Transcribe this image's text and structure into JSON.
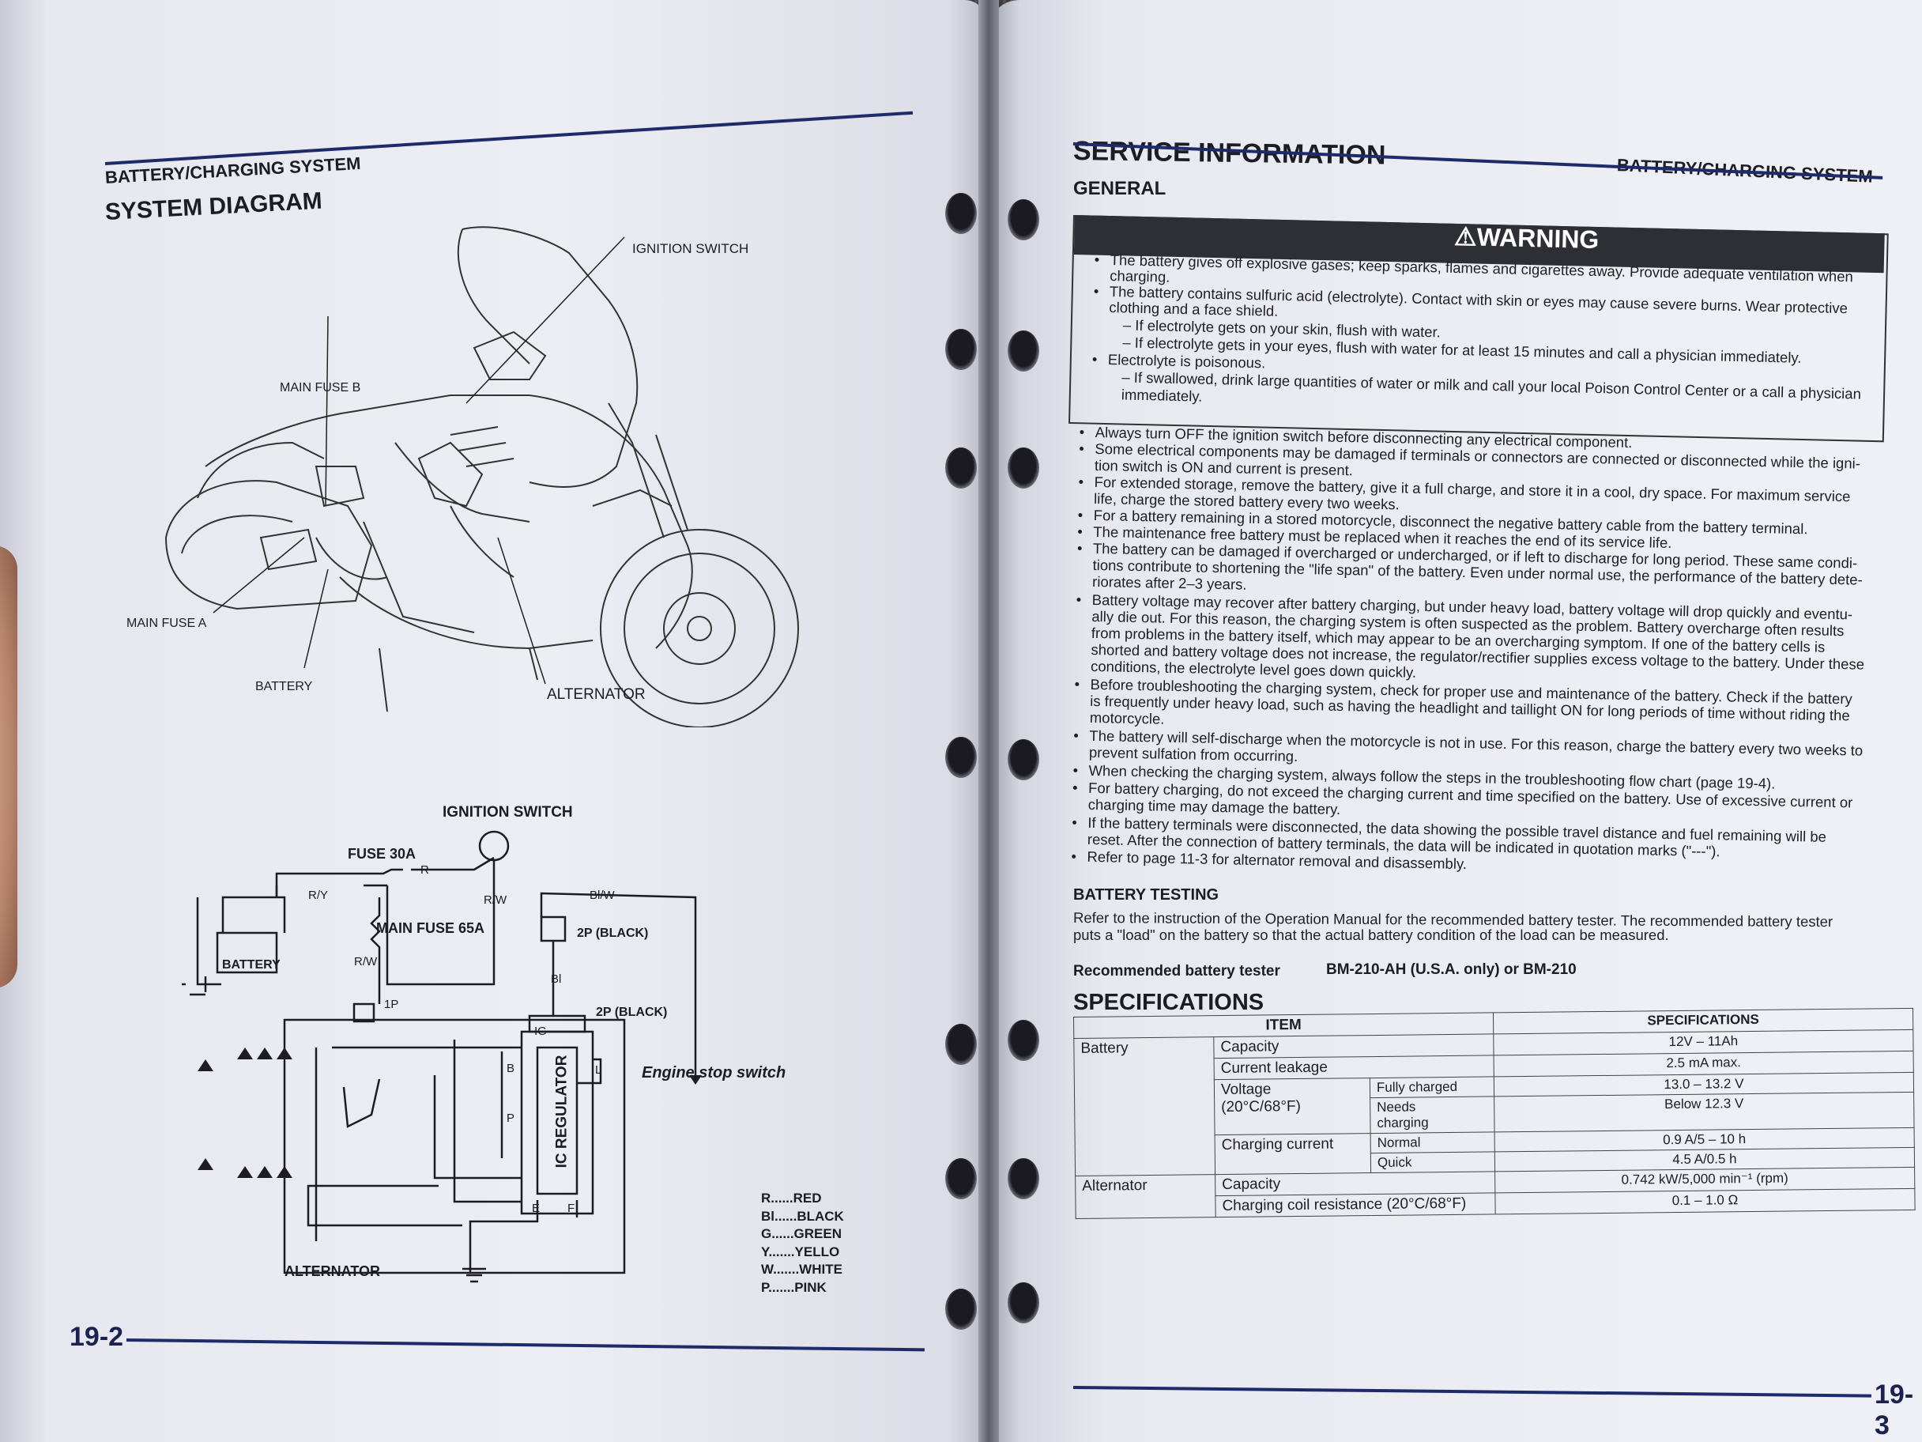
{
  "left_page": {
    "header": "BATTERY/CHARGING SYSTEM",
    "section_title": "SYSTEM DIAGRAM",
    "callouts": [
      "IGNITION SWITCH",
      "MAIN FUSE B",
      "MAIN FUSE A",
      "BATTERY",
      "ALTERNATOR"
    ],
    "schematic": {
      "labels": [
        "IGNITION SWITCH",
        "FUSE  30A",
        "R",
        "R/Y",
        "R/W",
        "MAIN FUSE  65A",
        "BATTERY",
        "R/W",
        "Bl/W",
        "2P (BLACK)",
        "Bl",
        "1P",
        "2P (BLACK)",
        "IG",
        "B",
        "L",
        "P",
        "E",
        "F",
        "IC REGULATOR",
        "ALTERNATOR"
      ],
      "engine_stop": "Engine stop switch"
    },
    "color_key": [
      "R......RED",
      "Bl......BLACK",
      "G......GREEN",
      "Y.......YELLO",
      "W.......WHITE",
      "P.......PINK"
    ],
    "page_number": "19-2"
  },
  "right_page": {
    "title": "SERVICE INFORMATION",
    "header": "BATTERY/CHARGING SYSTEM",
    "subtitle": "GENERAL",
    "warning_title": "⚠WARNING",
    "warning_lines": [
      "The battery gives off explosive gases; keep sparks, flames and cigarettes away. Provide adequate ventilation when",
      "charging.",
      "The battery contains sulfuric acid (electrolyte). Contact with skin or eyes may cause severe burns. Wear protective",
      "clothing and a face shield.",
      "– If electrolyte gets on your skin, flush with water.",
      "– If electrolyte gets in your eyes, flush with water for at least 15 minutes and call a physician immediately.",
      "Electrolyte is poisonous.",
      "– If swallowed, drink large quantities of water or milk and call your local Poison Control Center or a call a physician",
      "immediately."
    ],
    "general_lines": [
      "Always turn OFF the ignition switch before disconnecting any electrical component.",
      "Some electrical components may be damaged if terminals or connectors are connected or disconnected while the igni-",
      "tion switch is ON and current is present.",
      "For extended storage, remove the battery, give it a full charge, and store it in a cool, dry space. For maximum service",
      "life, charge the stored battery every two weeks.",
      "For a battery remaining in a stored motorcycle, disconnect the negative battery cable from the battery terminal.",
      "The maintenance free battery must be replaced when it reaches the end of its service life.",
      "The battery can be damaged if overcharged or undercharged, or if left to discharge for long period. These same condi-",
      "tions contribute to shortening the \"life span\" of the battery. Even under normal use, the performance of the battery dete-",
      "riorates after 2–3 years.",
      "Battery voltage may recover after battery charging, but under heavy load, battery voltage will drop quickly and eventu-",
      "ally die out. For this reason, the charging system is often suspected as the problem. Battery overcharge often results",
      "from problems in the battery itself, which may appear to be an overcharging symptom. If one of the battery cells is",
      "shorted and battery voltage does not increase, the regulator/rectifier supplies excess voltage to the battery. Under these",
      "conditions, the electrolyte level goes down quickly.",
      "Before troubleshooting the charging system, check for proper use and maintenance of the battery. Check if the battery",
      "is frequently under heavy load, such as having the headlight and taillight ON for long periods of time without riding the",
      "motorcycle.",
      "The battery will self-discharge when the motorcycle is not in use. For this reason, charge the battery every two weeks to",
      "prevent sulfation from occurring.",
      "When checking the charging system, always follow the steps in the troubleshooting flow chart (page 19-4).",
      "For battery charging, do not exceed the charging current and time specified on the battery. Use of excessive current or",
      "charging time may damage the battery.",
      "If the battery terminals were disconnected, the data showing the possible travel distance and fuel remaining will be",
      "reset. After the connection of battery terminals, the data will be indicated in quotation marks (\"---\").",
      "Refer to page 11-3 for alternator removal and disassembly."
    ],
    "battery_testing_title": "BATTERY TESTING",
    "battery_testing_lines": [
      "Refer to the instruction of the Operation Manual for the recommended battery tester. The recommended battery tester",
      "puts a \"load\" on the battery so that the actual battery condition of the load can be measured."
    ],
    "tester_label": "Recommended battery tester",
    "tester_value": "BM-210-AH (U.S.A. only) or BM-210",
    "specs_title": "SPECIFICATIONS",
    "specs_head": [
      "ITEM",
      "SPECIFICATIONS"
    ],
    "specs": {
      "battery": "Battery",
      "capacity": "Capacity",
      "capacity_v": "12V – 11Ah",
      "leakage": "Current leakage",
      "leakage_v": "2.5 mA max.",
      "voltage": "Voltage",
      "voltage2": "(20°C/68°F)",
      "fully": "Fully charged",
      "fully_v": "13.0 – 13.2 V",
      "needs": "Needs",
      "needs2": "charging",
      "needs_v": "Below 12.3 V",
      "charging_current": "Charging current",
      "normal": "Normal",
      "normal_v": "0.9 A/5 – 10 h",
      "quick": "Quick",
      "quick_v": "4.5 A/0.5 h",
      "alternator": "Alternator",
      "alt_capacity": "Capacity",
      "alt_capacity_v": "0.742 kW/5,000 min⁻¹ (rpm)",
      "coil": "Charging coil resistance (20°C/68°F)",
      "coil_v": "0.1 – 1.0 Ω"
    },
    "page_number": "19-3"
  }
}
